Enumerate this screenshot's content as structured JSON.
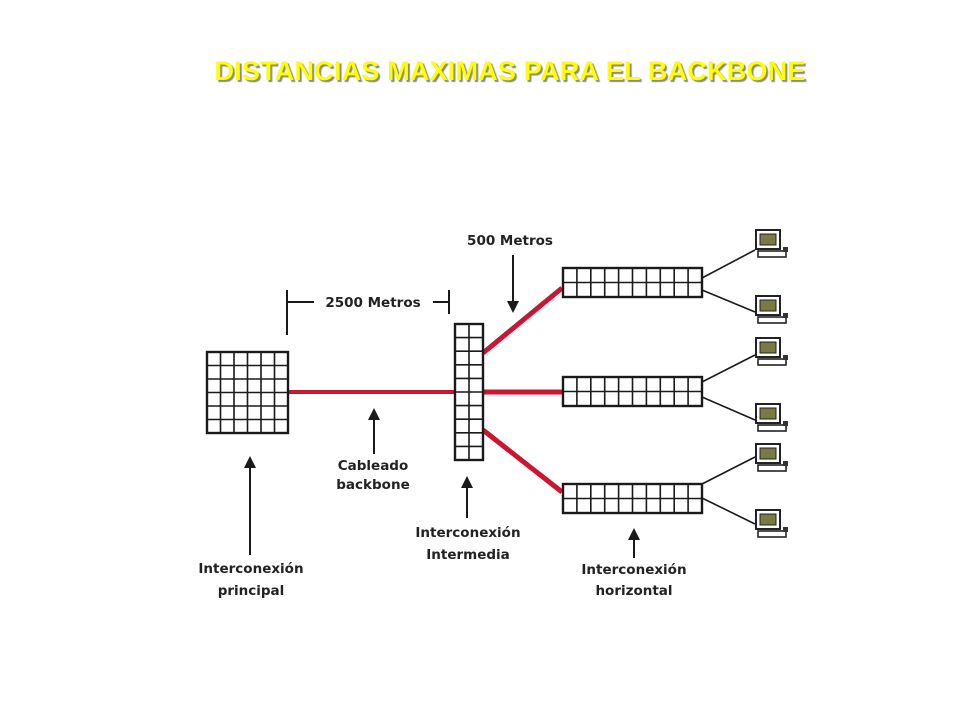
{
  "title": "DISTANCIAS MAXIMAS PARA EL BACKBONE",
  "colors": {
    "title": "#ffff00",
    "backbone_cable": "#cc1530",
    "outline": "#1a1a1a",
    "terminal": "#7a7a45"
  },
  "labels": {
    "distance_main": "2500 Metros",
    "distance_branch": "500 Metros",
    "backbone_cable_line1": "Cableado",
    "backbone_cable_line2": "backbone",
    "main_cross_connect_line1": "Interconexión",
    "main_cross_connect_line2": "principal",
    "intermediate_cross_connect_line1": "Interconexión",
    "intermediate_cross_connect_line2": "Intermedia",
    "horizontal_cross_connect_line1": "Interconexión",
    "horizontal_cross_connect_line2": "horizontal"
  },
  "icons": {
    "workstation": "computer-terminal-icon",
    "arrow": "arrow-up-icon"
  }
}
